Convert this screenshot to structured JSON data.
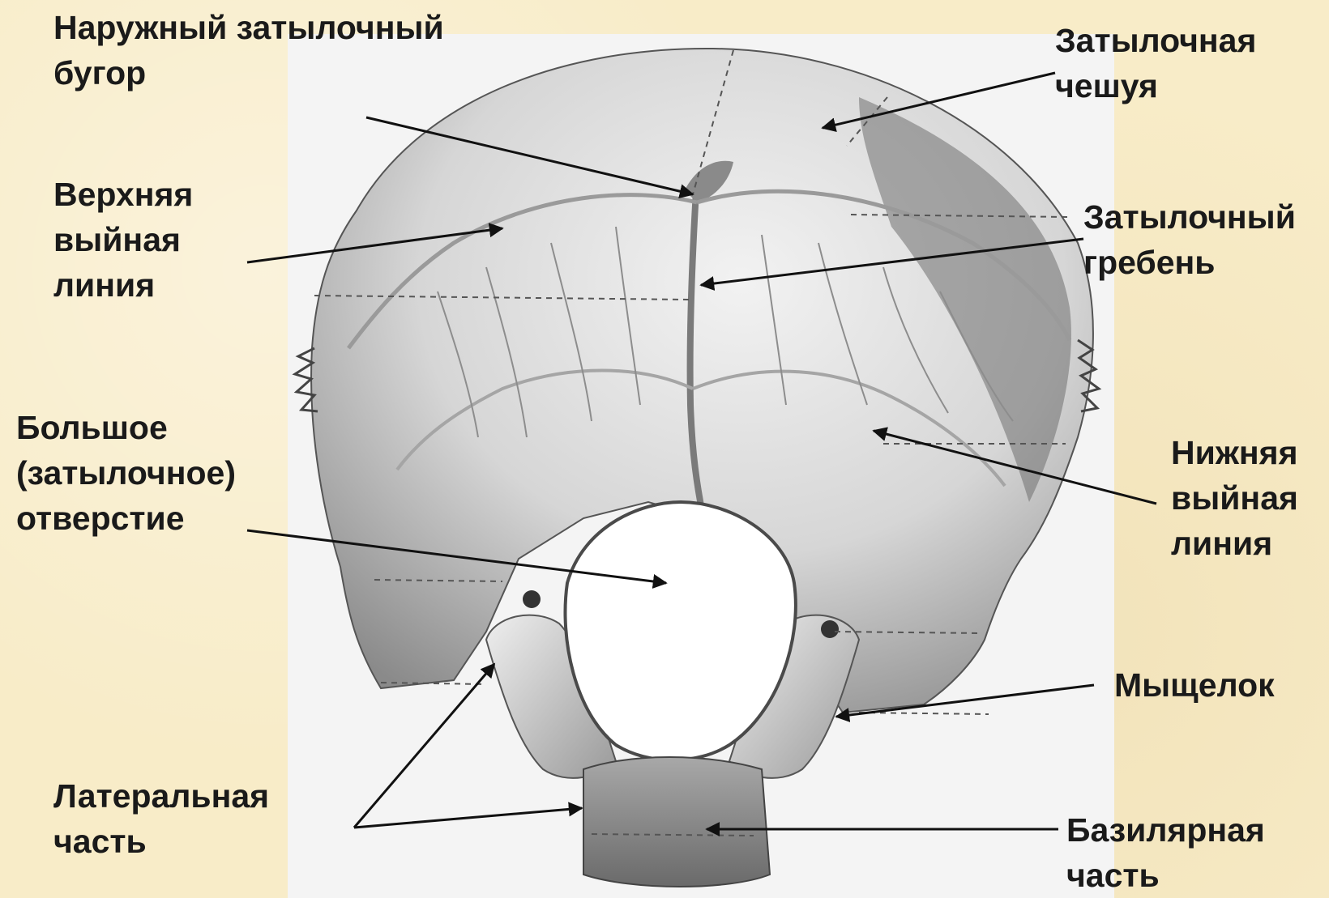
{
  "diagram": {
    "colors": {
      "background": "#f8ecc8",
      "plate": "#f4f4f4",
      "bone_light": "#e4e4e4",
      "bone_mid": "#bdbdbd",
      "bone_dark": "#6f6f6f",
      "line": "#111111"
    },
    "labels": {
      "external_occipital_protuberance": [
        "Наружный затылочный",
        "бугор"
      ],
      "occipital_squama": [
        "Затылочная",
        "чешуя"
      ],
      "superior_nuchal_line": [
        "Верхняя",
        "выйная",
        "линия"
      ],
      "occipital_crest": [
        "Затылочный",
        "гребень"
      ],
      "foramen_magnum": [
        "Большое",
        "(затылочное)",
        "отверстие"
      ],
      "inferior_nuchal_line": [
        "Нижняя",
        "выйная",
        "линия"
      ],
      "condyle": [
        "Мыщелок"
      ],
      "lateral_part": [
        "Латеральная",
        "часть"
      ],
      "basilar_part": [
        "Базилярная",
        "часть"
      ]
    }
  }
}
